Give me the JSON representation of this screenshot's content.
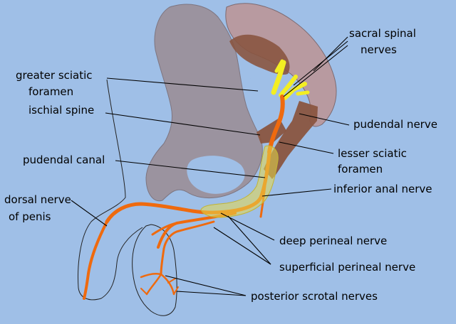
{
  "labels": {
    "sacral_spinal_nerves": [
      "sacral spinal",
      "nerves"
    ],
    "greater_sciatic_foramen": [
      "greater sciatic",
      "foramen"
    ],
    "ischial_spine": "ischial spine",
    "pudendal_nerve": "pudendal nerve",
    "lesser_sciatic_foramen": [
      "lesser sciatic",
      "foramen"
    ],
    "pudendal_canal": "pudendal canal",
    "inferior_anal_nerve": "inferior anal nerve",
    "dorsal_nerve_of_penis": [
      "dorsal nerve",
      "of penis"
    ],
    "deep_perineal_nerve": "deep perineal nerve",
    "superficial_perineal_nerve": "superficial perineal nerve",
    "posterior_scrotal_nerves": "posterior scrotal nerves"
  },
  "colors": {
    "background": "#9fbfe7",
    "pelvis_bone": "#9b939f",
    "sacrum": "#b89aa0",
    "ligament": "#8a5540",
    "nerve": "#ef6a0e",
    "sacral_root": "#f3ee22",
    "canal": "#e6d84a"
  }
}
